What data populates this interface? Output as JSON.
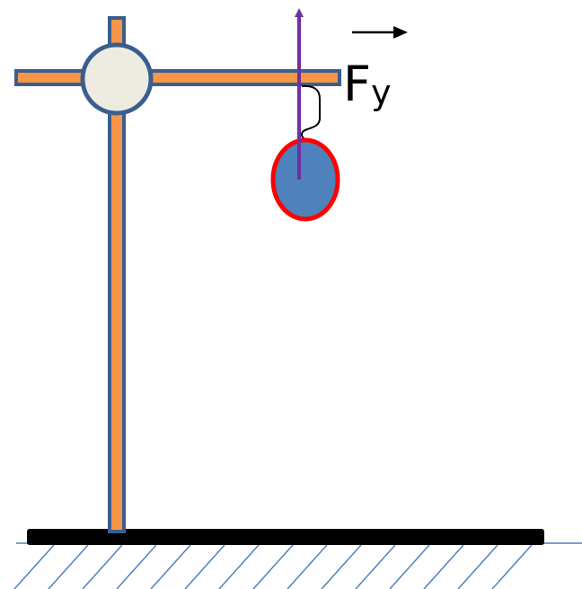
{
  "diagram": {
    "force_label": {
      "main": "F",
      "subscript": "y"
    }
  },
  "colors": {
    "rod_fill": "#F79646",
    "rod_outline": "#3A5F8F",
    "clamp_fill": "#EEECE1",
    "ball_fill": "#4F81BD",
    "ball_outline": "#FF0000",
    "force_arrow": "#7030A0",
    "base": "#000000",
    "ground_hatch": "#4F81BD",
    "thread": "#000000"
  },
  "icons": {
    "clamp": "circle-clamp",
    "vector_arrow": "right-arrow"
  }
}
